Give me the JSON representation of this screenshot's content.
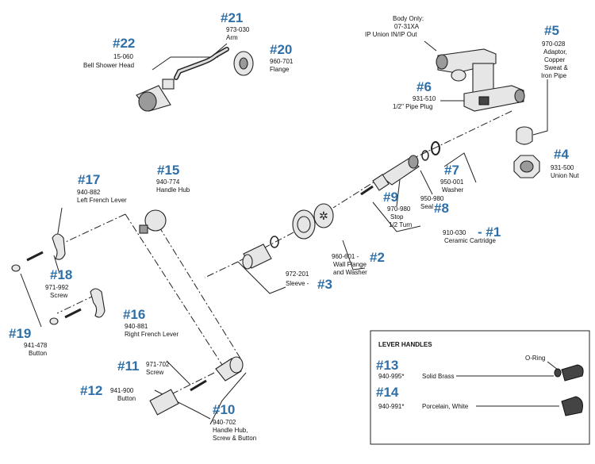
{
  "callouts": {
    "p21": {
      "num": "#21",
      "code": "973-030",
      "name": "Arm"
    },
    "p22": {
      "num": "#22",
      "code": "15-060",
      "name": "Bell Shower Head"
    },
    "p20": {
      "num": "#20",
      "code": "960-701",
      "name": "Flange"
    },
    "body": {
      "l1": "Body Only:",
      "l2": "07-31XA",
      "l3": "IP Union IN/IP Out"
    },
    "p5": {
      "num": "#5",
      "code": "970-028",
      "l1": "Adaptor,",
      "l2": "Copper",
      "l3": "Sweat &",
      "l4": "Iron Pipe"
    },
    "p6": {
      "num": "#6",
      "code": "931-510",
      "name": "1/2\" Pipe Plug"
    },
    "p4": {
      "num": "#4",
      "code": "931-500",
      "name": "Union Nut"
    },
    "p7": {
      "num": "#7",
      "code": "950-001",
      "name": "Washer"
    },
    "p15": {
      "num": "#15",
      "code": "940-774",
      "name": "Handle Hub"
    },
    "p17": {
      "num": "#17",
      "code": "940-882",
      "name": "Left French Lever"
    },
    "p9": {
      "num": "#9",
      "code": "970-980",
      "l1": "Stop",
      "l2": "1/2 Turn"
    },
    "p8": {
      "num": "#8",
      "code": "950-980",
      "name": "Seal"
    },
    "p1": {
      "num": "- #1",
      "code": "910-030",
      "name": "Ceramic Cartridge"
    },
    "p2": {
      "num": "#2",
      "code": "960-601 -",
      "l1": "Wall Flange",
      "l2": "and Washer"
    },
    "p3": {
      "num": "#3",
      "code": "972-201",
      "name": "Sleeve -"
    },
    "p18": {
      "num": "#18",
      "code": "971-992",
      "name": "Screw"
    },
    "p16": {
      "num": "#16",
      "code": "940-881",
      "name": "Right French Lever"
    },
    "p19": {
      "num": "#19",
      "code": "941-478",
      "name": "Button"
    },
    "p11": {
      "num": "#11",
      "code": "971-702",
      "name": "Screw"
    },
    "p12": {
      "num": "#12",
      "code": "941-900",
      "name": "Button"
    },
    "p10": {
      "num": "#10",
      "code": "940-702",
      "l1": "Handle Hub,",
      "l2": "Screw & Button"
    }
  },
  "lever_box": {
    "title": "LEVER HANDLES",
    "oring": "O-Ring",
    "p13": {
      "num": "#13",
      "code": "940-995*",
      "name": "Solid Brass"
    },
    "p14": {
      "num": "#14",
      "code": "940-991*",
      "name": "Porcelain, White"
    }
  }
}
